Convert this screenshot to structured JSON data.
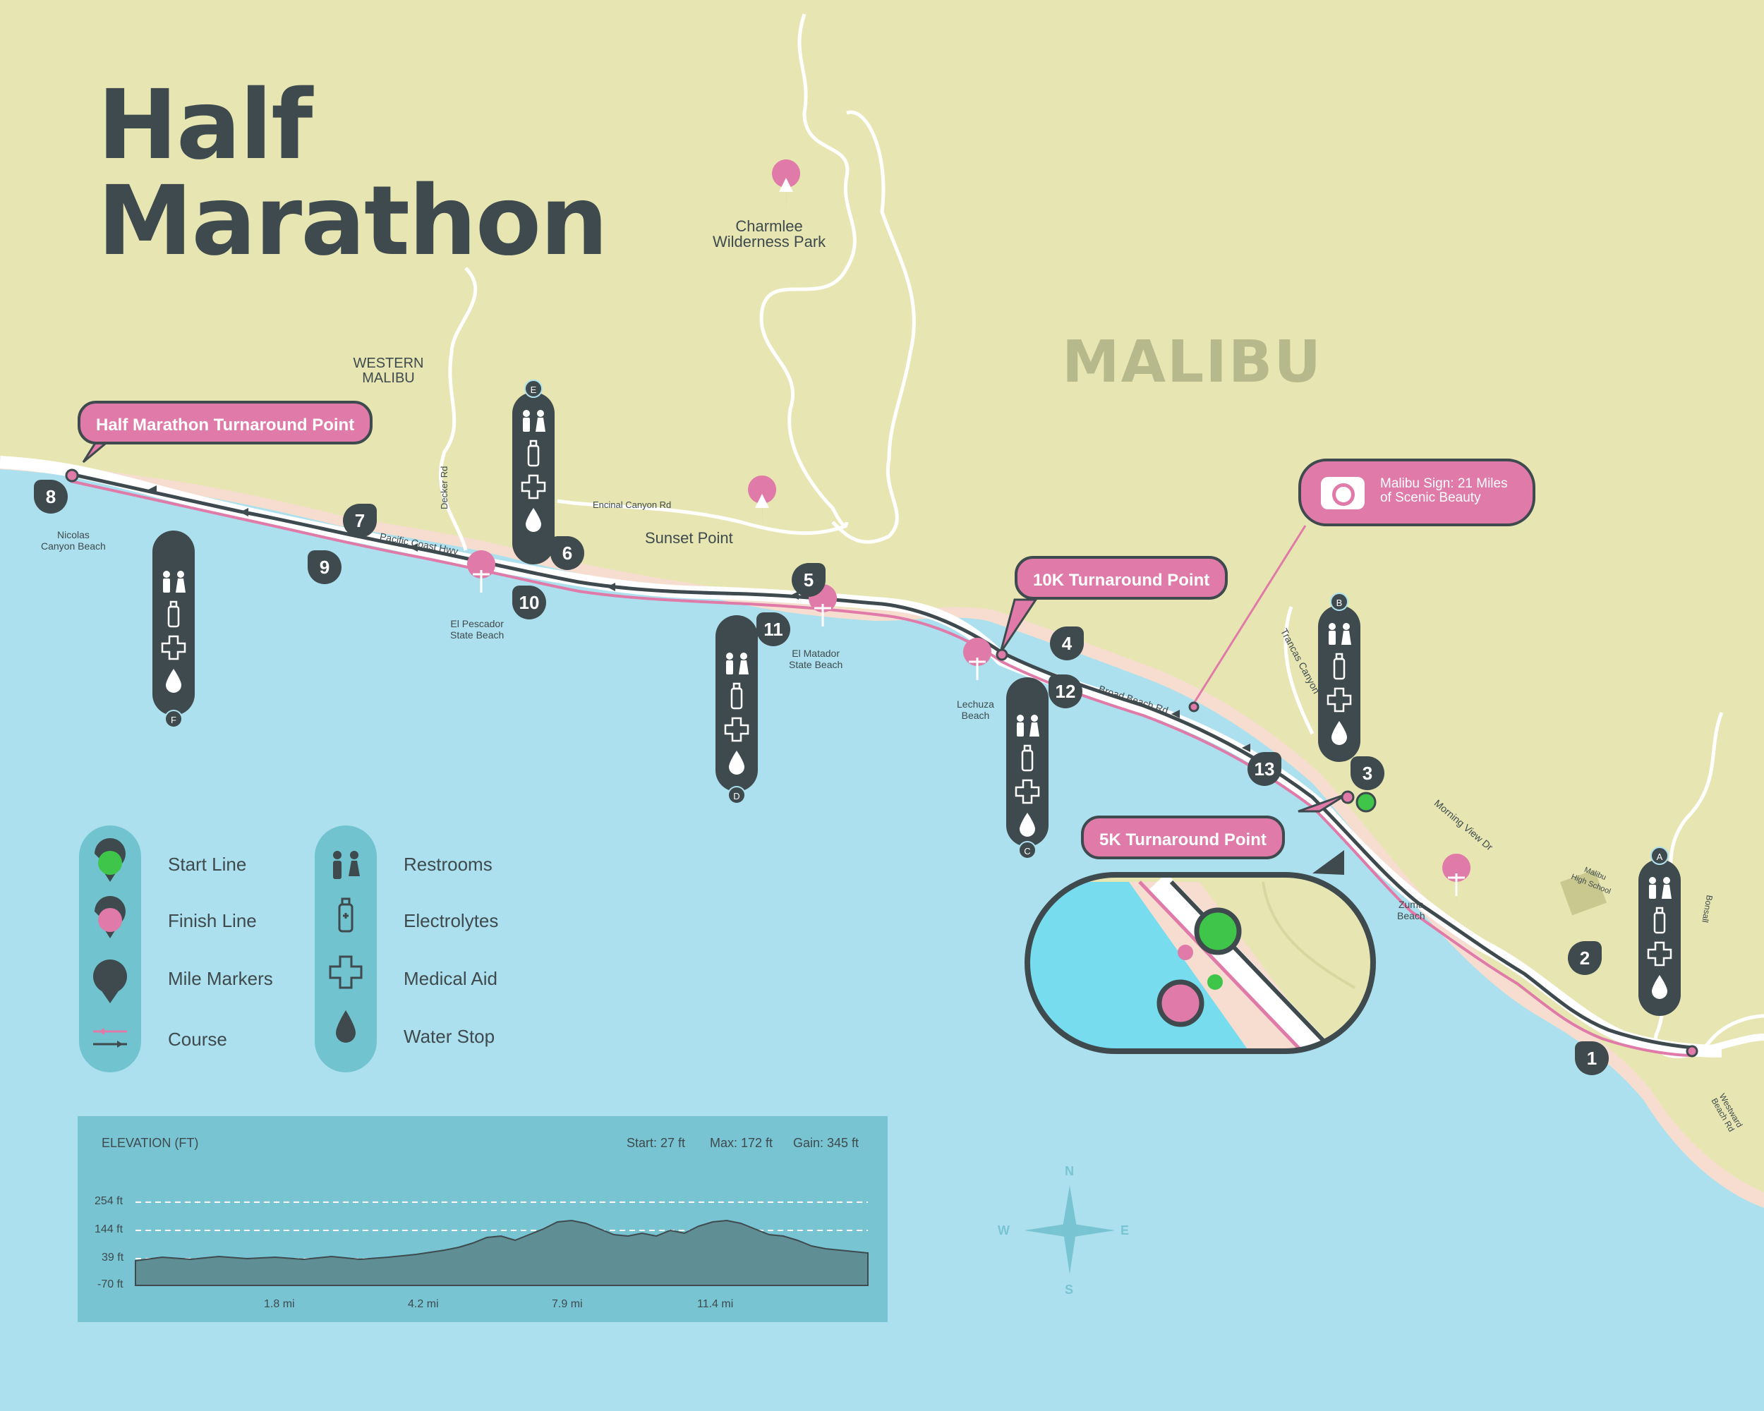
{
  "title_line1": "Half",
  "title_line2": "Marathon",
  "region_label": "MALIBU",
  "subregion_label_1": "WESTERN",
  "subregion_label_2": "MALIBU",
  "places": {
    "charmlee_1": "Charmlee",
    "charmlee_2": "Wilderness Park",
    "sunset_point": "Sunset Point",
    "nicolas_1": "Nicolas",
    "nicolas_2": "Canyon Beach",
    "pescador_1": "El Pescador",
    "pescador_2": "State Beach",
    "matador_1": "El Matador",
    "matador_2": "State Beach",
    "lechuza_1": "Lechuza",
    "lechuza_2": "Beach",
    "zuma_1": "Zuma",
    "zuma_2": "Beach",
    "school_1": "Malibu",
    "school_2": "High School"
  },
  "roads": {
    "pch": "Pacific Coast Hwy",
    "encinal": "Encinal Canyon Rd",
    "decker": "Decker Rd",
    "broad_beach": "Broad Beach Rd",
    "trancas": "Trancas Canyon",
    "morning_view": "Morning View Dr",
    "westward_1": "Westward",
    "westward_2": "Beach Rd",
    "bonsall": "Bonsall"
  },
  "callouts": {
    "half_turn": "Half Marathon Turnaround Point",
    "tenk_turn": "10K Turnaround Point",
    "fivek_turn": "5K Turnaround Point",
    "malibu_sign_1": "Malibu Sign: 21 Miles",
    "malibu_sign_2": "of Scenic Beauty"
  },
  "miles": [
    "1",
    "2",
    "3",
    "4",
    "5",
    "6",
    "7",
    "8",
    "9",
    "10",
    "11",
    "12",
    "13"
  ],
  "stations": {
    "a": "A",
    "b": "B",
    "c": "C",
    "d": "D",
    "e": "E",
    "f": "F"
  },
  "icons": {
    "restrooms": "restrooms-icon",
    "electrolytes": "bottle-icon",
    "medical": "medical-cross-icon",
    "water": "water-drop-icon",
    "start": "start-pin-icon",
    "finish": "finish-pin-icon",
    "mile_marker": "mile-marker-icon",
    "course": "course-line-icon",
    "camera": "camera-icon",
    "palm": "palm-tree-icon",
    "tree": "tree-icon"
  },
  "legend": {
    "start": "Start Line",
    "finish": "Finish Line",
    "mile_markers": "Mile Markers",
    "course": "Course",
    "restrooms": "Restrooms",
    "electrolytes": "Electrolytes",
    "medical": "Medical Aid",
    "water": "Water Stop"
  },
  "elevation": {
    "title": "ELEVATION (FT)",
    "start": "Start: 27 ft",
    "max": "Max: 172 ft",
    "gain": "Gain: 345 ft",
    "y_ticks": [
      "254 ft",
      "144 ft",
      "39 ft",
      "-70 ft"
    ],
    "x_ticks": [
      "1.8 mi",
      "4.2 mi",
      "7.9 mi",
      "11.4 mi"
    ]
  },
  "compass": {
    "n": "N",
    "s": "S",
    "e": "E",
    "w": "W"
  },
  "colors": {
    "land": "#e7e6b2",
    "water": "#ade0ee",
    "dark": "#3e4a4d",
    "pink": "#e07aa8",
    "green": "#3fc64a",
    "legend_bg": "#70c3cf",
    "sand": "#f6ddd0"
  }
}
